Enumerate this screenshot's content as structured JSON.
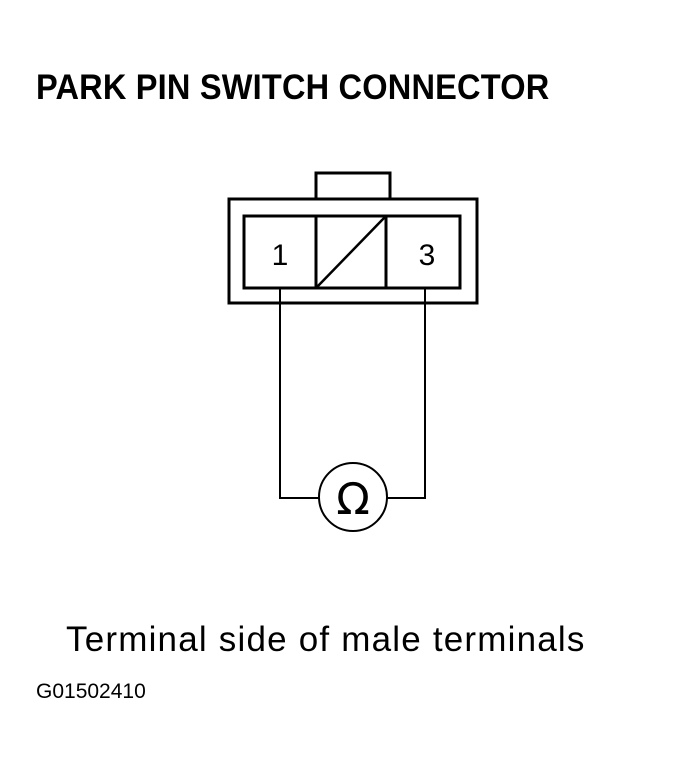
{
  "title": "PARK PIN SWITCH CONNECTOR",
  "connector": {
    "pins": [
      {
        "label": "1",
        "position": "left"
      },
      {
        "label": "",
        "position": "middle",
        "state": "unused (crossed)"
      },
      {
        "label": "3",
        "position": "right"
      }
    ]
  },
  "meter": {
    "symbol": "Ω",
    "type": "ohmmeter",
    "connected_pins": [
      "1",
      "3"
    ]
  },
  "caption": "Terminal side of male terminals",
  "figure_code": "G01502410"
}
